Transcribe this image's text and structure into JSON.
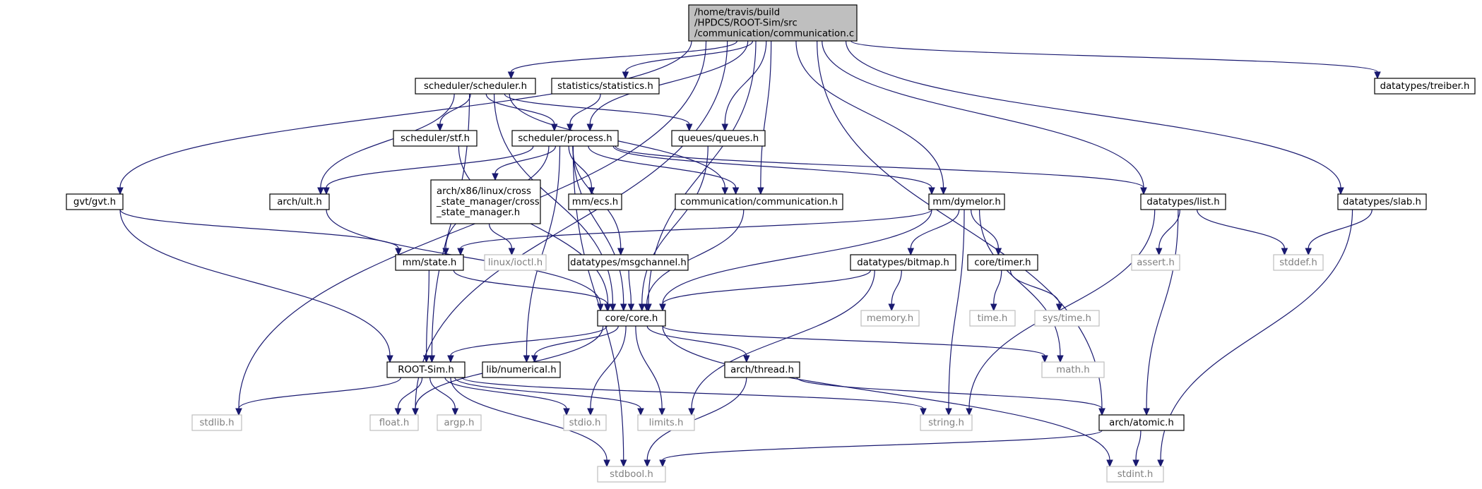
{
  "diagram": {
    "nodes": [
      {
        "id": "root",
        "lines": [
          "/home/travis/build",
          "/HPDCS/ROOT-Sim/src",
          "/communication/communication.c"
        ],
        "style": "root"
      },
      {
        "id": "scheduler_h",
        "lines": [
          "scheduler/scheduler.h"
        ],
        "style": "normal"
      },
      {
        "id": "statistics_h",
        "lines": [
          "statistics/statistics.h"
        ],
        "style": "normal"
      },
      {
        "id": "treiber_h",
        "lines": [
          "datatypes/treiber.h"
        ],
        "style": "normal"
      },
      {
        "id": "stf_h",
        "lines": [
          "scheduler/stf.h"
        ],
        "style": "normal"
      },
      {
        "id": "process_h",
        "lines": [
          "scheduler/process.h"
        ],
        "style": "normal"
      },
      {
        "id": "queues_h",
        "lines": [
          "queues/queues.h"
        ],
        "style": "normal"
      },
      {
        "id": "gvt_h",
        "lines": [
          "gvt/gvt.h"
        ],
        "style": "normal"
      },
      {
        "id": "ult_h",
        "lines": [
          "arch/ult.h"
        ],
        "style": "normal"
      },
      {
        "id": "cross_state_h",
        "lines": [
          "arch/x86/linux/cross",
          "_state_manager/cross",
          "_state_manager.h"
        ],
        "style": "normal"
      },
      {
        "id": "ecs_h",
        "lines": [
          "mm/ecs.h"
        ],
        "style": "normal"
      },
      {
        "id": "comm_h",
        "lines": [
          "communication/communication.h"
        ],
        "style": "normal"
      },
      {
        "id": "dymelor_h",
        "lines": [
          "mm/dymelor.h"
        ],
        "style": "normal"
      },
      {
        "id": "list_h",
        "lines": [
          "datatypes/list.h"
        ],
        "style": "normal"
      },
      {
        "id": "slab_h",
        "lines": [
          "datatypes/slab.h"
        ],
        "style": "normal"
      },
      {
        "id": "state_h",
        "lines": [
          "mm/state.h"
        ],
        "style": "normal"
      },
      {
        "id": "ioctl_h",
        "lines": [
          "linux/ioctl.h"
        ],
        "style": "system"
      },
      {
        "id": "msgchannel_h",
        "lines": [
          "datatypes/msgchannel.h"
        ],
        "style": "normal"
      },
      {
        "id": "bitmap_h",
        "lines": [
          "datatypes/bitmap.h"
        ],
        "style": "normal"
      },
      {
        "id": "timer_h",
        "lines": [
          "core/timer.h"
        ],
        "style": "normal"
      },
      {
        "id": "assert_h",
        "lines": [
          "assert.h"
        ],
        "style": "system"
      },
      {
        "id": "stddef_h",
        "lines": [
          "stddef.h"
        ],
        "style": "system"
      },
      {
        "id": "core_h",
        "lines": [
          "core/core.h"
        ],
        "style": "normal"
      },
      {
        "id": "memory_h",
        "lines": [
          "memory.h"
        ],
        "style": "system"
      },
      {
        "id": "time_h",
        "lines": [
          "time.h"
        ],
        "style": "system"
      },
      {
        "id": "systime_h",
        "lines": [
          "sys/time.h"
        ],
        "style": "system"
      },
      {
        "id": "rootsim_h",
        "lines": [
          "ROOT-Sim.h"
        ],
        "style": "normal"
      },
      {
        "id": "numerical_h",
        "lines": [
          "lib/numerical.h"
        ],
        "style": "normal"
      },
      {
        "id": "thread_h",
        "lines": [
          "arch/thread.h"
        ],
        "style": "normal"
      },
      {
        "id": "math_h",
        "lines": [
          "math.h"
        ],
        "style": "system"
      },
      {
        "id": "stdlib_h",
        "lines": [
          "stdlib.h"
        ],
        "style": "system"
      },
      {
        "id": "float_h",
        "lines": [
          "float.h"
        ],
        "style": "system"
      },
      {
        "id": "argp_h",
        "lines": [
          "argp.h"
        ],
        "style": "system"
      },
      {
        "id": "stdio_h",
        "lines": [
          "stdio.h"
        ],
        "style": "system"
      },
      {
        "id": "limits_h",
        "lines": [
          "limits.h"
        ],
        "style": "system"
      },
      {
        "id": "string_h",
        "lines": [
          "string.h"
        ],
        "style": "system"
      },
      {
        "id": "atomic_h",
        "lines": [
          "arch/atomic.h"
        ],
        "style": "normal"
      },
      {
        "id": "stdbool_h",
        "lines": [
          "stdbool.h"
        ],
        "style": "system"
      },
      {
        "id": "stdint_h",
        "lines": [
          "stdint.h"
        ],
        "style": "system"
      }
    ],
    "edges": [
      [
        "root",
        "scheduler_h"
      ],
      [
        "root",
        "statistics_h"
      ],
      [
        "root",
        "treiber_h"
      ],
      [
        "root",
        "process_h"
      ],
      [
        "root",
        "queues_h"
      ],
      [
        "root",
        "gvt_h"
      ],
      [
        "root",
        "comm_h"
      ],
      [
        "root",
        "dymelor_h"
      ],
      [
        "root",
        "list_h"
      ],
      [
        "root",
        "slab_h"
      ],
      [
        "root",
        "core_h"
      ],
      [
        "root",
        "stdlib_h"
      ],
      [
        "root",
        "float_h"
      ],
      [
        "root",
        "atomic_h"
      ],
      [
        "scheduler_h",
        "stf_h"
      ],
      [
        "scheduler_h",
        "process_h"
      ],
      [
        "scheduler_h",
        "queues_h"
      ],
      [
        "scheduler_h",
        "ult_h"
      ],
      [
        "scheduler_h",
        "comm_h"
      ],
      [
        "scheduler_h",
        "core_h"
      ],
      [
        "scheduler_h",
        "rootsim_h"
      ],
      [
        "statistics_h",
        "process_h"
      ],
      [
        "stf_h",
        "core_h"
      ],
      [
        "process_h",
        "ult_h"
      ],
      [
        "process_h",
        "cross_state_h"
      ],
      [
        "process_h",
        "ecs_h"
      ],
      [
        "process_h",
        "comm_h"
      ],
      [
        "process_h",
        "dymelor_h"
      ],
      [
        "process_h",
        "list_h"
      ],
      [
        "process_h",
        "state_h"
      ],
      [
        "process_h",
        "msgchannel_h"
      ],
      [
        "process_h",
        "core_h"
      ],
      [
        "process_h",
        "numerical_h"
      ],
      [
        "process_h",
        "stdbool_h"
      ],
      [
        "queues_h",
        "core_h"
      ],
      [
        "gvt_h",
        "state_h"
      ],
      [
        "gvt_h",
        "rootsim_h"
      ],
      [
        "ult_h",
        "core_h"
      ],
      [
        "cross_state_h",
        "ioctl_h"
      ],
      [
        "comm_h",
        "core_h"
      ],
      [
        "dymelor_h",
        "state_h"
      ],
      [
        "dymelor_h",
        "bitmap_h"
      ],
      [
        "dymelor_h",
        "timer_h"
      ],
      [
        "dymelor_h",
        "core_h"
      ],
      [
        "dymelor_h",
        "math_h"
      ],
      [
        "dymelor_h",
        "string_h"
      ],
      [
        "list_h",
        "assert_h"
      ],
      [
        "list_h",
        "stddef_h"
      ],
      [
        "list_h",
        "string_h"
      ],
      [
        "list_h",
        "atomic_h"
      ],
      [
        "slab_h",
        "stddef_h"
      ],
      [
        "slab_h",
        "stdint_h"
      ],
      [
        "state_h",
        "core_h"
      ],
      [
        "state_h",
        "rootsim_h"
      ],
      [
        "msgchannel_h",
        "core_h"
      ],
      [
        "bitmap_h",
        "core_h"
      ],
      [
        "bitmap_h",
        "memory_h"
      ],
      [
        "bitmap_h",
        "limits_h"
      ],
      [
        "timer_h",
        "time_h"
      ],
      [
        "timer_h",
        "systime_h"
      ],
      [
        "core_h",
        "rootsim_h"
      ],
      [
        "core_h",
        "numerical_h"
      ],
      [
        "core_h",
        "thread_h"
      ],
      [
        "core_h",
        "math_h"
      ],
      [
        "core_h",
        "float_h"
      ],
      [
        "core_h",
        "stdio_h"
      ],
      [
        "core_h",
        "limits_h"
      ],
      [
        "core_h",
        "stdint_h"
      ],
      [
        "rootsim_h",
        "stdlib_h"
      ],
      [
        "rootsim_h",
        "float_h"
      ],
      [
        "rootsim_h",
        "argp_h"
      ],
      [
        "rootsim_h",
        "stdio_h"
      ],
      [
        "rootsim_h",
        "limits_h"
      ],
      [
        "rootsim_h",
        "string_h"
      ],
      [
        "rootsim_h",
        "stdbool_h"
      ],
      [
        "thread_h",
        "atomic_h"
      ],
      [
        "thread_h",
        "stdbool_h"
      ],
      [
        "atomic_h",
        "stdbool_h"
      ],
      [
        "atomic_h",
        "stdint_h"
      ]
    ],
    "colors": {
      "edge": "#191970",
      "root_fill": "#bfbfbf",
      "system_border": "#bfbfbf",
      "system_text": "#808080"
    }
  }
}
